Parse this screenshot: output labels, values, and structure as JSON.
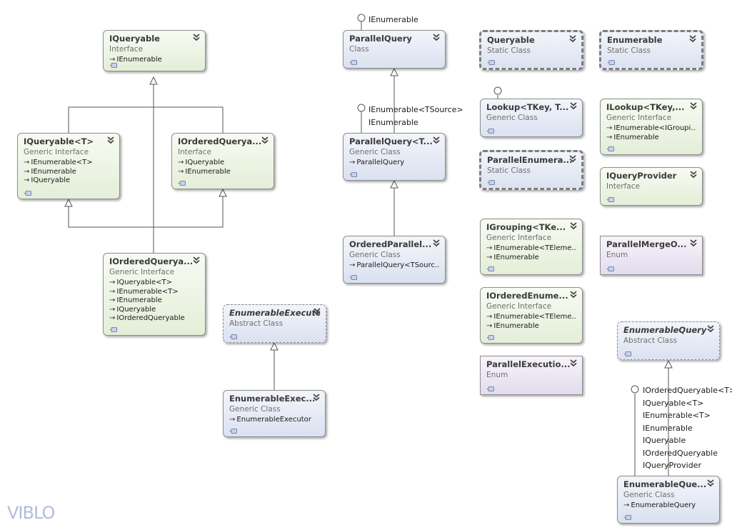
{
  "watermark": "VIBLO",
  "lollipops": {
    "parallel_query": [
      "IEnumerable"
    ],
    "parallel_query_t": [
      "IEnumerable<TSource>",
      "IEnumerable"
    ],
    "enumerable_query_t": [
      "IOrderedQueryable<T>",
      "IQueryable<T>",
      "IEnumerable<T>",
      "IEnumerable",
      "IQueryable",
      "IOrderedQueryable",
      "IQueryProvider"
    ]
  },
  "nodes": [
    {
      "id": "iqueryable",
      "name": "IQueryable",
      "kind": "Interface",
      "members": [
        "IEnumerable"
      ]
    },
    {
      "id": "iqueryable_t",
      "name": "IQueryable<T>",
      "kind": "Generic Interface",
      "members": [
        "IEnumerable<T>",
        "IEnumerable",
        "IQueryable"
      ]
    },
    {
      "id": "iorderedqueryable",
      "name": "IOrderedQuerya...",
      "kind": "Interface",
      "members": [
        "IQueryable",
        "IEnumerable"
      ]
    },
    {
      "id": "iorderedqueryable_t",
      "name": "IOrderedQuerya...",
      "kind": "Generic Interface",
      "members": [
        "IQueryable<T>",
        "IEnumerable<T>",
        "IEnumerable",
        "IQueryable",
        "IOrderedQueryable"
      ]
    },
    {
      "id": "enumerableexecutor",
      "name": "EnumerableExecutor",
      "kind": "Abstract Class",
      "members": []
    },
    {
      "id": "enumerableexecutor_t",
      "name": "EnumerableExec...",
      "kind": "Generic Class",
      "members": [
        "EnumerableExecutor"
      ]
    },
    {
      "id": "parallelquery",
      "name": "ParallelQuery",
      "kind": "Class",
      "members": []
    },
    {
      "id": "parallelquery_t",
      "name": "ParallelQuery<T...",
      "kind": "Generic Class",
      "members": [
        "ParallelQuery"
      ]
    },
    {
      "id": "orderedparallel",
      "name": "OrderedParallel...",
      "kind": "Generic Class",
      "members": [
        "ParallelQuery<TSourc..."
      ]
    },
    {
      "id": "queryable",
      "name": "Queryable",
      "kind": "Static Class",
      "members": []
    },
    {
      "id": "enumerable",
      "name": "Enumerable",
      "kind": "Static Class",
      "members": []
    },
    {
      "id": "lookup",
      "name": "Lookup<TKey,  T...",
      "kind": "Generic Class",
      "members": []
    },
    {
      "id": "ilookup",
      "name": "ILookup<TKey,...",
      "kind": "Generic Interface",
      "members": [
        "IEnumerable<IGroupi...",
        "IEnumerable"
      ]
    },
    {
      "id": "parallelenumerable",
      "name": "ParallelEnumera...",
      "kind": "Static Class",
      "members": []
    },
    {
      "id": "iqueryprovider",
      "name": "IQueryProvider",
      "kind": "Interface",
      "members": []
    },
    {
      "id": "igrouping",
      "name": "IGrouping<TKe...",
      "kind": "Generic Interface",
      "members": [
        "IEnumerable<TEleme...",
        "IEnumerable"
      ]
    },
    {
      "id": "parallelmergeoptions",
      "name": "ParallelMergeO...",
      "kind": "Enum",
      "members": []
    },
    {
      "id": "iorderedenumerable",
      "name": "IOrderedEnume...",
      "kind": "Generic Interface",
      "members": [
        "IEnumerable<TEleme...",
        "IEnumerable"
      ]
    },
    {
      "id": "parallelexecutionmode",
      "name": "ParallelExecutio...",
      "kind": "Enum",
      "members": []
    },
    {
      "id": "enumerablequery",
      "name": "EnumerableQuery",
      "kind": "Abstract Class",
      "members": []
    },
    {
      "id": "enumerablequery_t",
      "name": "EnumerableQue...",
      "kind": "Generic Class",
      "members": [
        "EnumerableQuery"
      ]
    }
  ]
}
